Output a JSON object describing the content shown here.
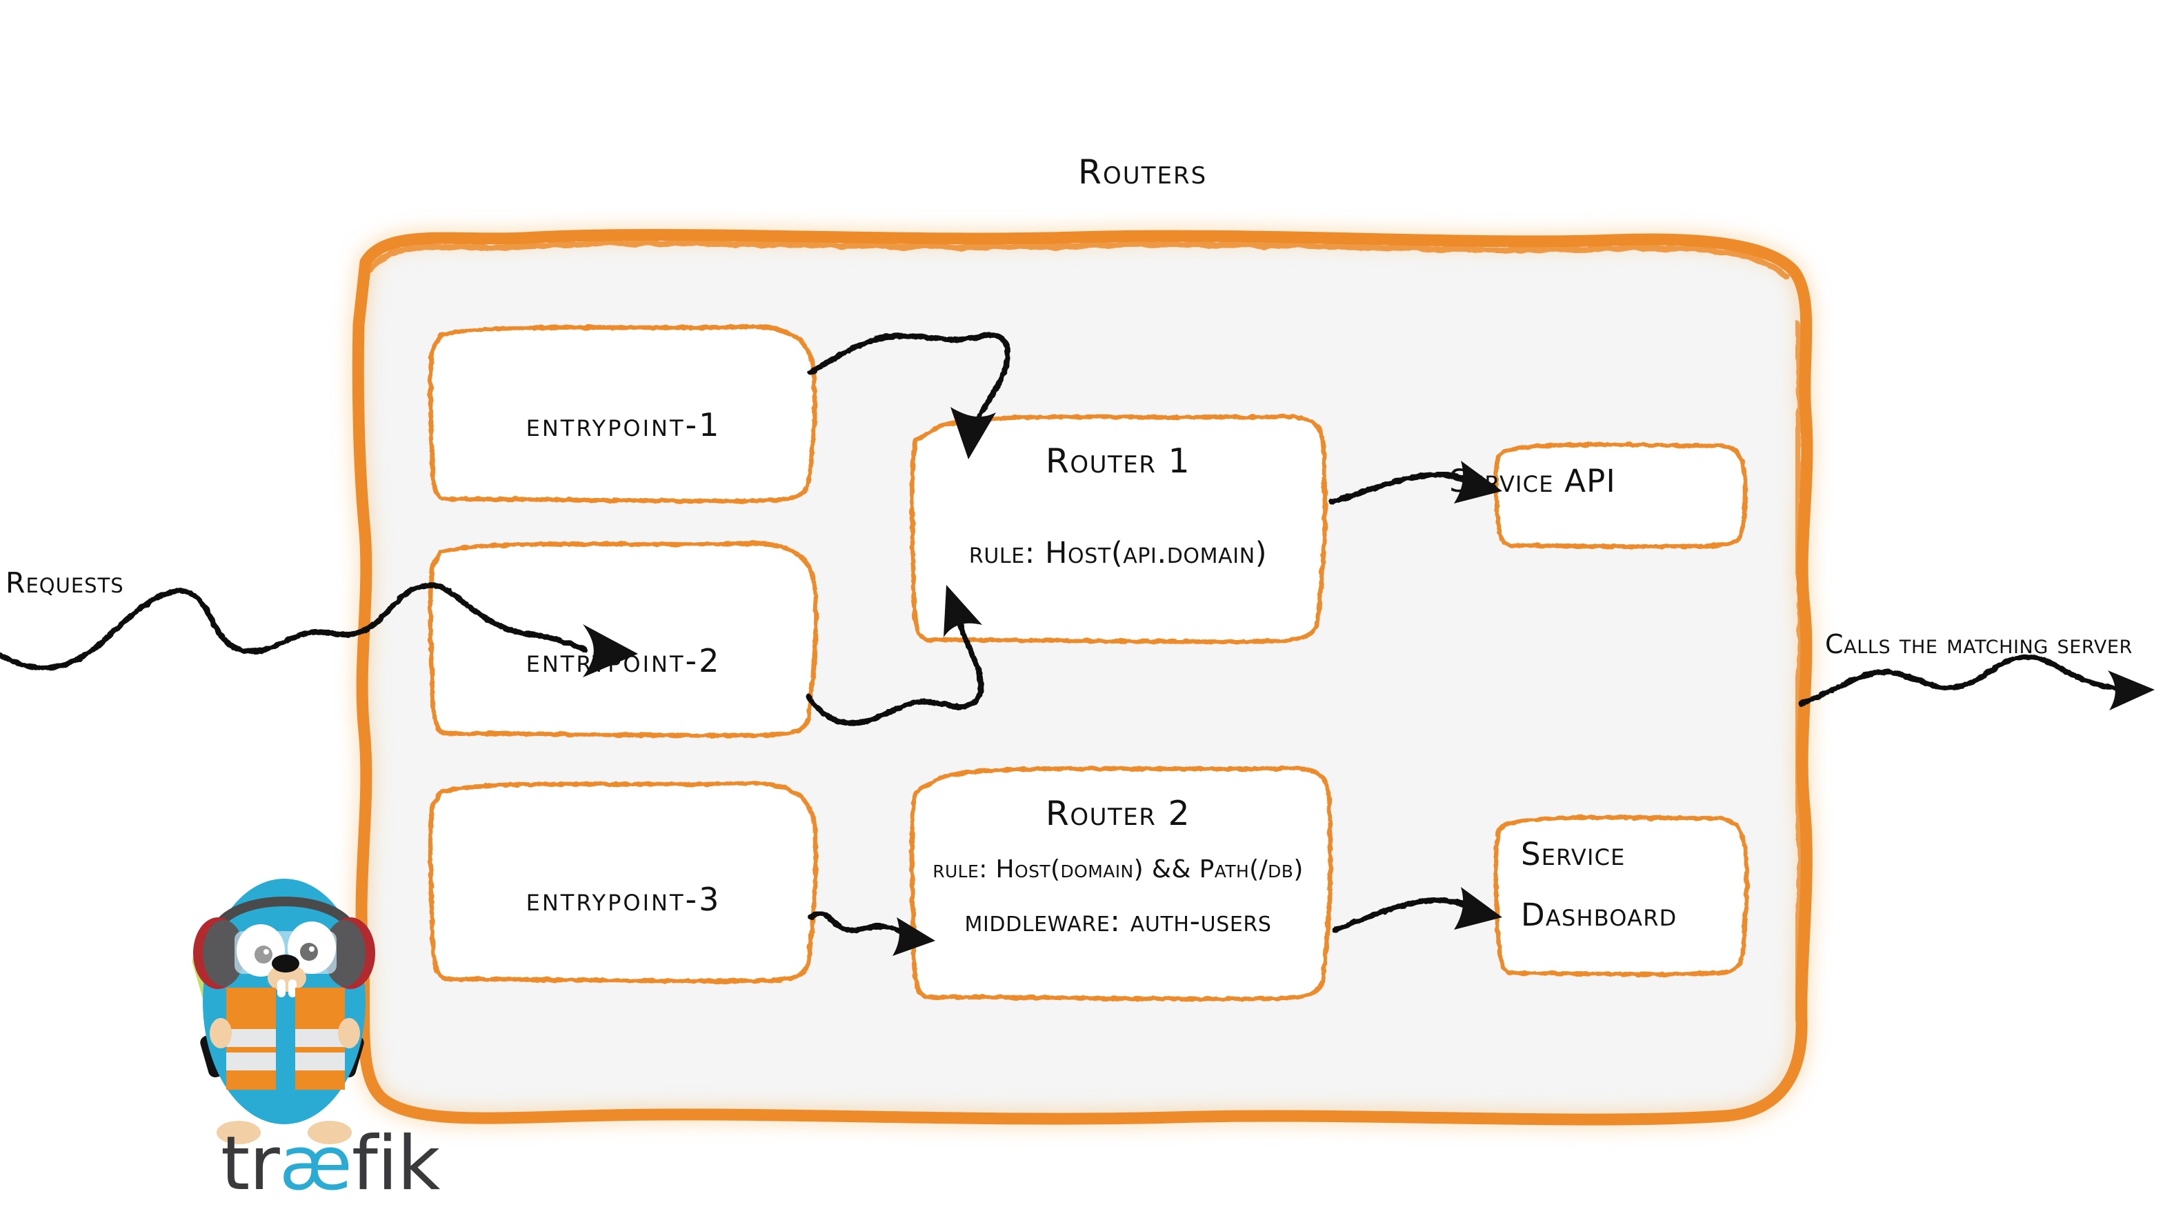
{
  "diagram": {
    "title": "Routers",
    "product": "traefik",
    "accent_color": "#ED8B2B",
    "panel_fill": "#F5F5F5",
    "text_color": "#111111",
    "brand_cyan": "#29ABD4",
    "brand_dark": "#3A3A3C"
  },
  "flow": {
    "inbound_label": "Requests",
    "outbound_label": "Calls the matching server"
  },
  "entrypoints": [
    {
      "id": "entrypoint-1",
      "label": "entrypoint-1"
    },
    {
      "id": "entrypoint-2",
      "label": "entrypoint-2"
    },
    {
      "id": "entrypoint-3",
      "label": "entrypoint-3"
    }
  ],
  "routers": [
    {
      "id": "router-1",
      "title": "Router 1",
      "rule": "rule: Host(api.domain)",
      "middleware": null
    },
    {
      "id": "router-2",
      "title": "Router 2",
      "rule": "rule: Host(domain) && Path(/db)",
      "middleware": "middleware: auth-users"
    }
  ],
  "services": [
    {
      "id": "service-api",
      "label": "Service API",
      "lines": [
        "Service API"
      ]
    },
    {
      "id": "service-dashboard",
      "label": "Service Dashboard",
      "lines": [
        "Service",
        "Dashboard"
      ]
    }
  ],
  "brand": {
    "word_pre": "tr",
    "word_ae": "æ",
    "word_post": "fik"
  }
}
